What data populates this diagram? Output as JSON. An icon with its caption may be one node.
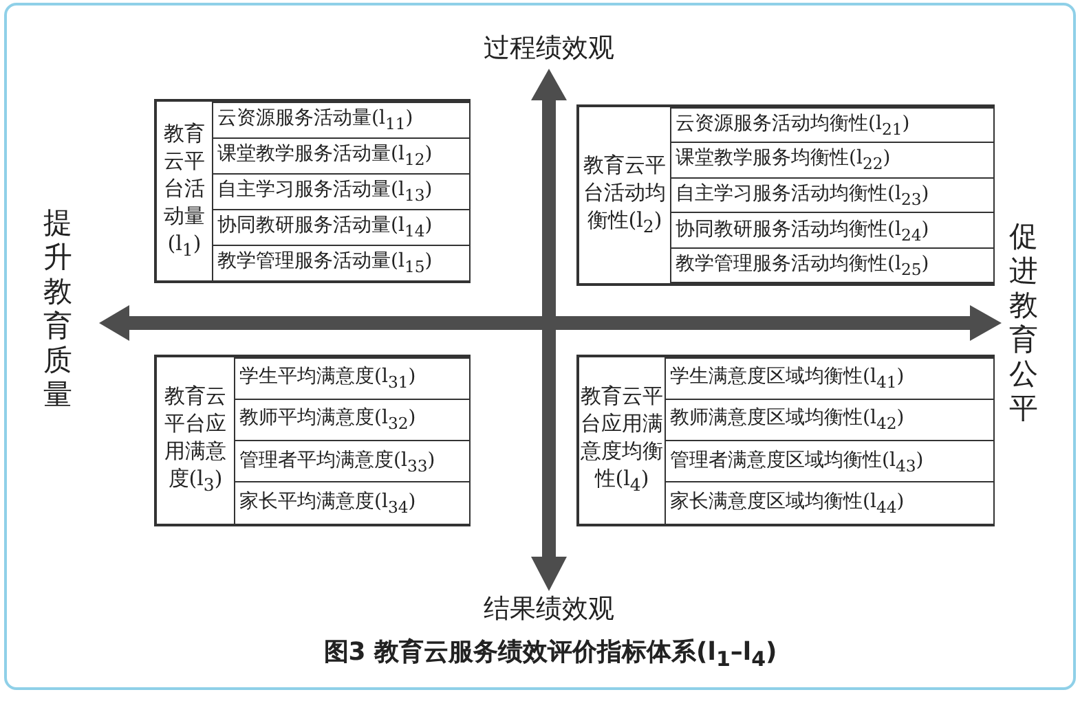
{
  "diagram": {
    "caption": "图3 教育云服务绩效评价指标体系(l$_{1}$–l$_{4}$)",
    "nodes": [
      {
        "text": [
          "教育云平台活动量(l$_{1}$)"
        ]
      },
      {
        "text": [
          "云资源服务活动量(l$_{11}$)"
        ],
        "in": 0
      },
      {
        "text": [
          "课堂教学服务活动量(l$_{12}$)"
        ],
        "in": 0
      },
      {
        "text": [
          "自主学习服务活动量(l$_{13}$)"
        ],
        "in": 0
      },
      {
        "text": [
          "协同教研服务活动量(l$_{14}$)"
        ],
        "in": 0
      },
      {
        "text": [
          "教学管理服务活动量(l$_{15}$)"
        ],
        "in": 0
      },
      {
        "text": [
          "教育云平台活动均衡性(l$_{2}$)"
        ]
      },
      {
        "text": [
          "云资源服务活动均衡性(l$_{21}$)"
        ],
        "in": 6
      },
      {
        "text": [
          "课堂教学服务均衡性(l$_{22}$)"
        ],
        "in": 6
      },
      {
        "text": [
          "自主学习服务活动均衡性(l$_{23}$)"
        ],
        "in": 6
      },
      {
        "text": [
          "协同教研服务活动均衡性(l$_{24}$)"
        ],
        "in": 6
      },
      {
        "text": [
          "教学管理服务活动均衡性(l$_{25}$)"
        ],
        "in": 6
      },
      {
        "text": [
          "教育云平台应用满意度(l$_{3}$)"
        ]
      },
      {
        "text": [
          "学生平均满意度(l$_{31}$)"
        ],
        "in": 12
      },
      {
        "text": [
          "教师平均满意度(l$_{32}$)"
        ],
        "in": 12
      },
      {
        "text": [
          "管理者平均满意度(l$_{33}$)"
        ],
        "in": 12
      },
      {
        "text": [
          "家长平均满意度(l$_{34}$)"
        ],
        "in": 12
      },
      {
        "text": [
          "教育云平台应用满意度均衡性(l$_{4}$)"
        ]
      },
      {
        "text": [
          "学生满意度区域均衡性(l$_{41}$)"
        ],
        "in": 17
      },
      {
        "text": [
          "教师满意度区域均衡性(l$_{42}$)"
        ],
        "in": 17
      },
      {
        "text": [
          "管理者满意度区域均衡性(l$_{43}$)"
        ],
        "in": 17
      },
      {
        "text": [
          "家长满意度区域均衡性(l$_{44}$)"
        ],
        "in": 17
      }
    ],
    "labels": [
      "过程绩效观",
      "提升教育质量",
      "促进教育公平",
      "结果绩效观"
    ]
  }
}
